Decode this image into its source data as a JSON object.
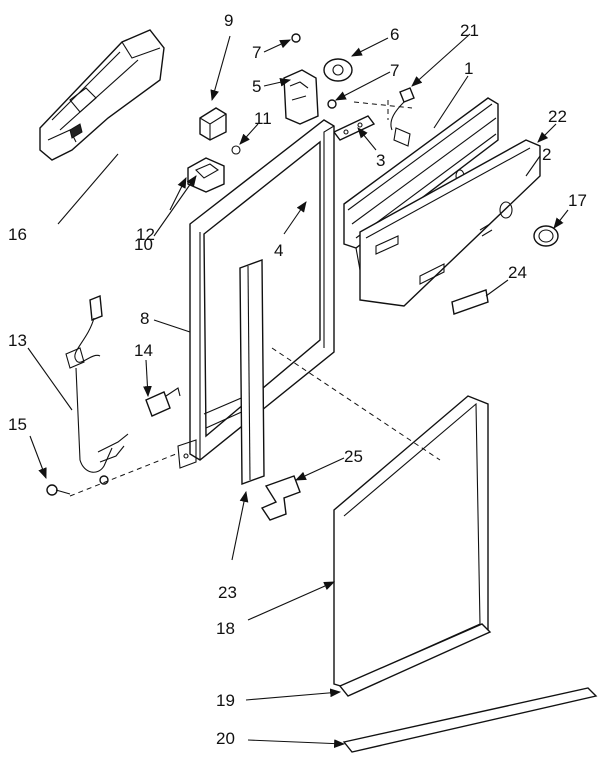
{
  "labels": {
    "p1": "1",
    "p2": "2",
    "p3": "3",
    "p4": "4",
    "p5": "5",
    "p6": "6",
    "p7a": "7",
    "p7b": "7",
    "p8": "8",
    "p9": "9",
    "p10": "10",
    "p11": "11",
    "p12": "12",
    "p13": "13",
    "p14": "14",
    "p15": "15",
    "p16": "16",
    "p17": "17",
    "p18": "18",
    "p19": "19",
    "p20": "20",
    "p21": "21",
    "p22": "22",
    "p23": "23",
    "p24": "24",
    "p25": "25"
  }
}
